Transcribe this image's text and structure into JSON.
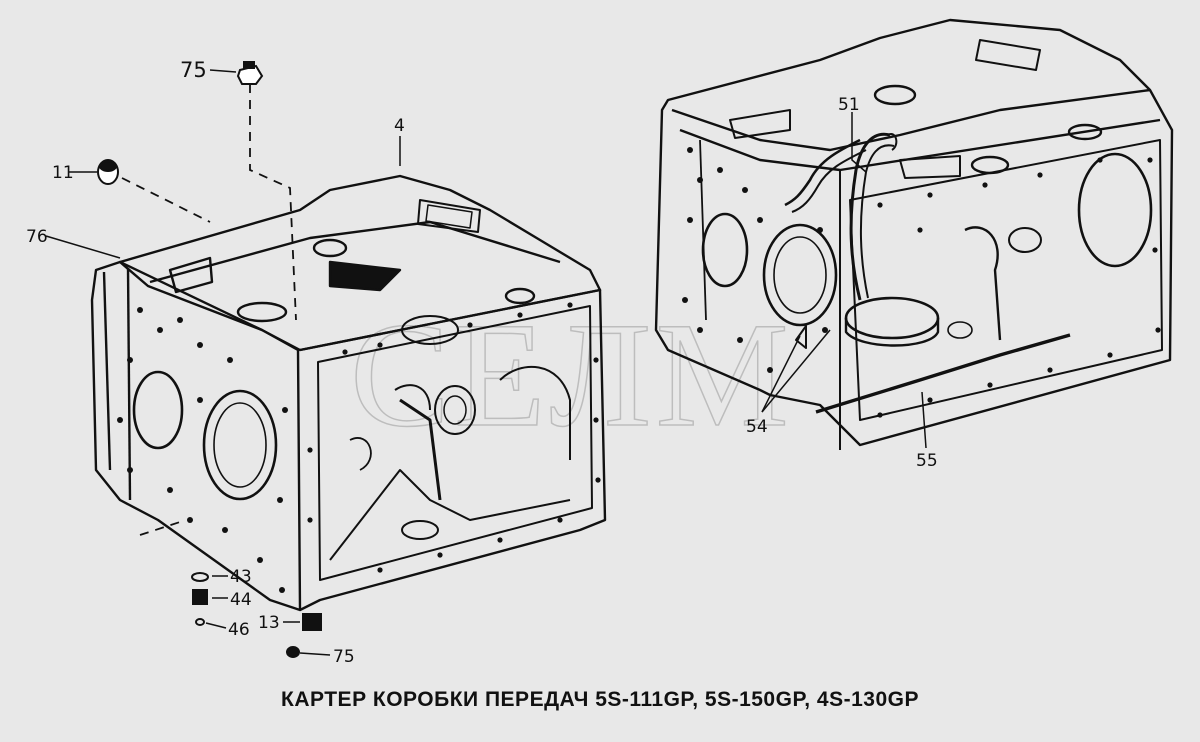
{
  "caption": "КАРТЕР КОРОБКИ ПЕРЕДАЧ 5S-111GP, 5S-150GP, 4S-130GP",
  "watermark": "CEЛM",
  "callouts": {
    "c75_top": "75",
    "c11": "11",
    "c4": "4",
    "c76": "76",
    "c51": "51",
    "c54": "54",
    "c55": "55",
    "c43": "43",
    "c44": "44",
    "c46": "46",
    "c13": "13",
    "c75_bottom": "75"
  }
}
